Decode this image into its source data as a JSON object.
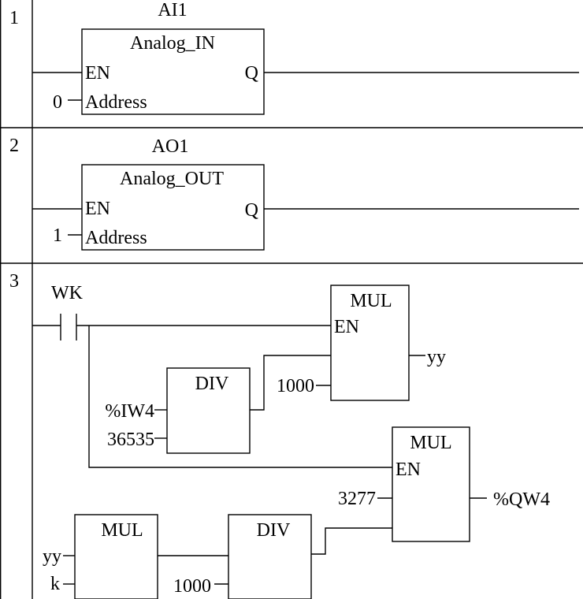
{
  "rungs": [
    {
      "number": "1",
      "block": {
        "instance": "AI1",
        "type": "Analog_IN",
        "en": "EN",
        "q": "Q",
        "address_label": "Address",
        "address_value": "0"
      }
    },
    {
      "number": "2",
      "block": {
        "instance": "AO1",
        "type": "Analog_OUT",
        "en": "EN",
        "q": "Q",
        "address_label": "Address",
        "address_value": "1"
      }
    },
    {
      "number": "3",
      "contact": "WK",
      "mul1": {
        "type": "MUL",
        "en": "EN",
        "in2": "1000",
        "out": "yy"
      },
      "div1": {
        "type": "DIV",
        "in1": "%IW4",
        "in2": "36535"
      },
      "mul2": {
        "type": "MUL",
        "en": "EN",
        "in2": "3277",
        "out": "%QW4"
      },
      "mul3": {
        "type": "MUL",
        "in1": "yy",
        "in2": "k"
      },
      "div2": {
        "type": "DIV",
        "in2": "1000"
      }
    }
  ]
}
